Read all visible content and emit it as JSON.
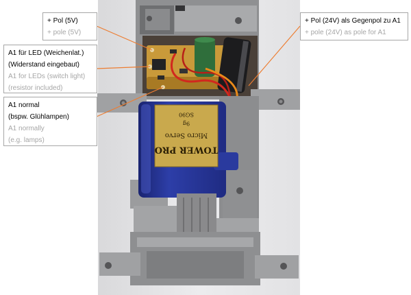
{
  "callouts": {
    "pol_5v": {
      "de": "+ Pol (5V)",
      "en": "+ pole (5V)"
    },
    "a1_led": {
      "de_1": "A1 für LED (Weichenlat.)",
      "de_2": "(Widerstand eingebaut)",
      "en_1": "A1 for LEDs (switch light)",
      "en_2": "(resistor included)"
    },
    "a1_normal": {
      "de_1": "A1 normal",
      "de_2": "(bspw. Glühlampen)",
      "en_1": "A1 normally",
      "en_2": "(e.g. lamps)"
    },
    "pol_24v": {
      "de": "+ Pol (24V) als Gegenpol zu A1",
      "en": "+ pole (24V) as pole for A1"
    }
  },
  "servo_label": {
    "brand": "TOWER PRO",
    "model": "Micro Servo",
    "weight": "9g",
    "code": "SG90"
  },
  "colors": {
    "callout_line": "#ed7d31",
    "box_border": "#a6a6a6",
    "text_primary": "#000000",
    "text_secondary": "#a6a6a6",
    "servo_body": "#23318f",
    "pcb": "#c99a3a",
    "mount_gray": "#8f9092"
  }
}
